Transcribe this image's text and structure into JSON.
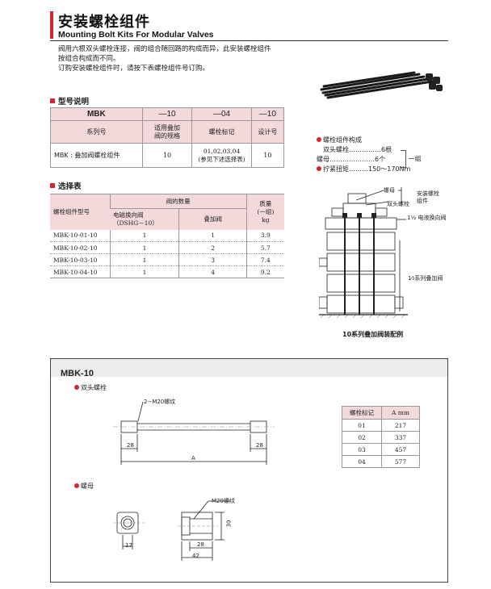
{
  "header": {
    "title_cn": "安装螺栓组件",
    "title_en": "Mounting Bolt Kits For Modular Valves",
    "intro": [
      "阀用六根双头螺栓连接，阀的组合随回路的构成而异，此安装螺栓组件",
      "按组合构成而不同。",
      "订购安装螺栓组件时，请按下表螺栓组件号订购。"
    ]
  },
  "model": {
    "section_title": "型号说明",
    "codes": [
      "MBK",
      "—10",
      "—04",
      "—10"
    ],
    "labels": [
      "系列号",
      "适用叠加\n阀的规格",
      "螺栓标记",
      "设计号"
    ],
    "values": [
      "MBK : 叠加阀螺栓组件",
      "10",
      "01,02,03,04\n(参见下述选择表)",
      "10"
    ]
  },
  "selection": {
    "section_title": "选择表",
    "col_model": "螺栓组件型号",
    "col_count": "阀的数量",
    "col_sol": "电磁换向阀\n（DSHG－10）",
    "col_mod": "叠加阀",
    "col_mass": "质量\n(一组)\nkg",
    "rows": [
      {
        "model": "MBK-10-01-10",
        "sol": "1",
        "mod": "1",
        "mass": "3.9"
      },
      {
        "model": "MBK-10-02-10",
        "sol": "1",
        "mod": "2",
        "mass": "5.7"
      },
      {
        "model": "MBK-10-03-10",
        "sol": "1",
        "mod": "3",
        "mass": "7.4"
      },
      {
        "model": "MBK-10-04-10",
        "sol": "1",
        "mod": "4",
        "mass": "9.2"
      }
    ]
  },
  "composition": {
    "title": "螺栓组件构成",
    "line1": "双头螺栓……………6根",
    "line2": "螺母…………………6个",
    "group": "一组",
    "torque": "拧紧扭矩………150～170Nm"
  },
  "assembly": {
    "nut": "螺母",
    "stud": "双头螺栓",
    "kit": "安装螺栓\n组件",
    "solenoid": "1½ 电液换向阀",
    "series": "1⁄₂系列叠加阀",
    "caption": "10系列叠加阀装配例"
  },
  "detail": {
    "title": "MBK-10",
    "stud_title": "双头螺栓",
    "thread": "2−M20螺纹",
    "thread_nut": "M20螺纹",
    "dim_28": "28",
    "dim_A": "A",
    "nut_title": "螺母",
    "dim_17": "17",
    "dim_30": "30",
    "dim_42": "42",
    "table_head": [
      "螺栓标记",
      "A mm"
    ],
    "table_rows": [
      {
        "code": "01",
        "a": "217"
      },
      {
        "code": "02",
        "a": "337"
      },
      {
        "code": "03",
        "a": "457"
      },
      {
        "code": "04",
        "a": "577"
      }
    ]
  }
}
